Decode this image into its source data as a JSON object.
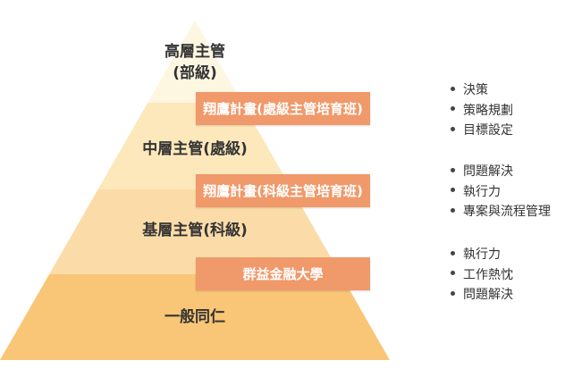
{
  "colors": {
    "tier1": "#fdf6e1",
    "tier2": "#fde8bb",
    "tier3": "#fbdca8",
    "tier4": "#f8c676",
    "program": "#f0996a"
  },
  "levels": [
    {
      "line1": "高層主管",
      "line2": "(部級)"
    },
    {
      "line1": "中層主管(處級)"
    },
    {
      "line1": "基層主管(科級)"
    },
    {
      "line1": "一般同仁"
    }
  ],
  "programs": [
    {
      "label": "翔鷹計畫(處級主管培育班)",
      "skills": [
        "決策",
        "策略規劃",
        "目標設定"
      ]
    },
    {
      "label": "翔鷹計畫(科級主管培育班)",
      "skills": [
        "問題解決",
        "執行力",
        "專案與流程管理"
      ]
    },
    {
      "label": "群益金融大學",
      "skills": [
        "執行力",
        "工作熱忱",
        "問題解決"
      ]
    }
  ]
}
